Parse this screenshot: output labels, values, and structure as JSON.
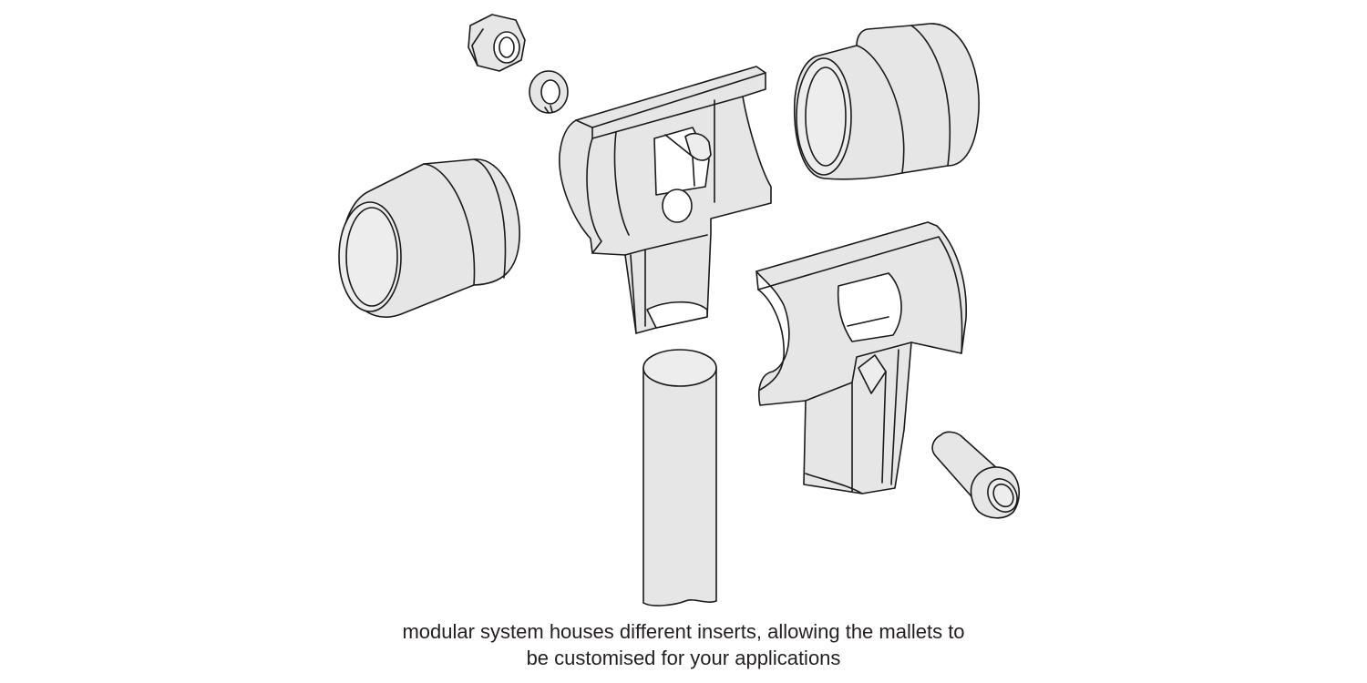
{
  "caption": {
    "line1": "modular system houses different inserts, allowing the mallets to",
    "line2": "be customised for your applications"
  },
  "colors": {
    "part_fill": "#e6e6e6",
    "outline": "#1a1a1a",
    "caption_text": "#231f20"
  },
  "parts": [
    "hex-nut",
    "spring-washer",
    "mallet-insert-left",
    "head-housing-upper",
    "mallet-insert-right",
    "head-housing-lower",
    "handle-rod",
    "socket-cap-screw"
  ]
}
